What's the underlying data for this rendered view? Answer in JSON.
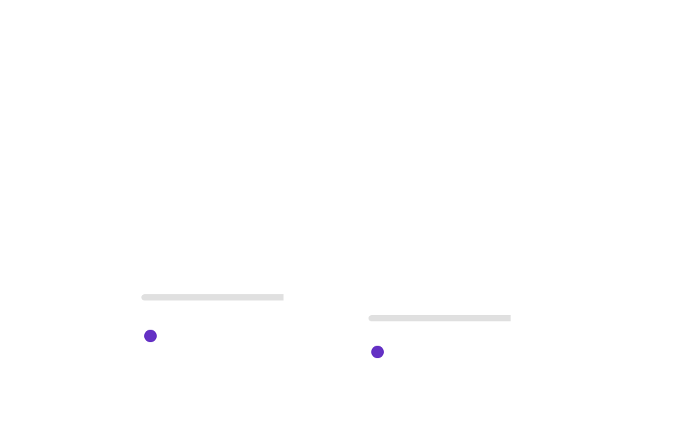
{
  "colors": {
    "background": "#ffffff",
    "track": "#e0e0e0",
    "accent": "#6431c4"
  },
  "panels": [
    {
      "id": "left",
      "track_fill": 0.0
    },
    {
      "id": "right",
      "track_fill": 0.0
    }
  ]
}
